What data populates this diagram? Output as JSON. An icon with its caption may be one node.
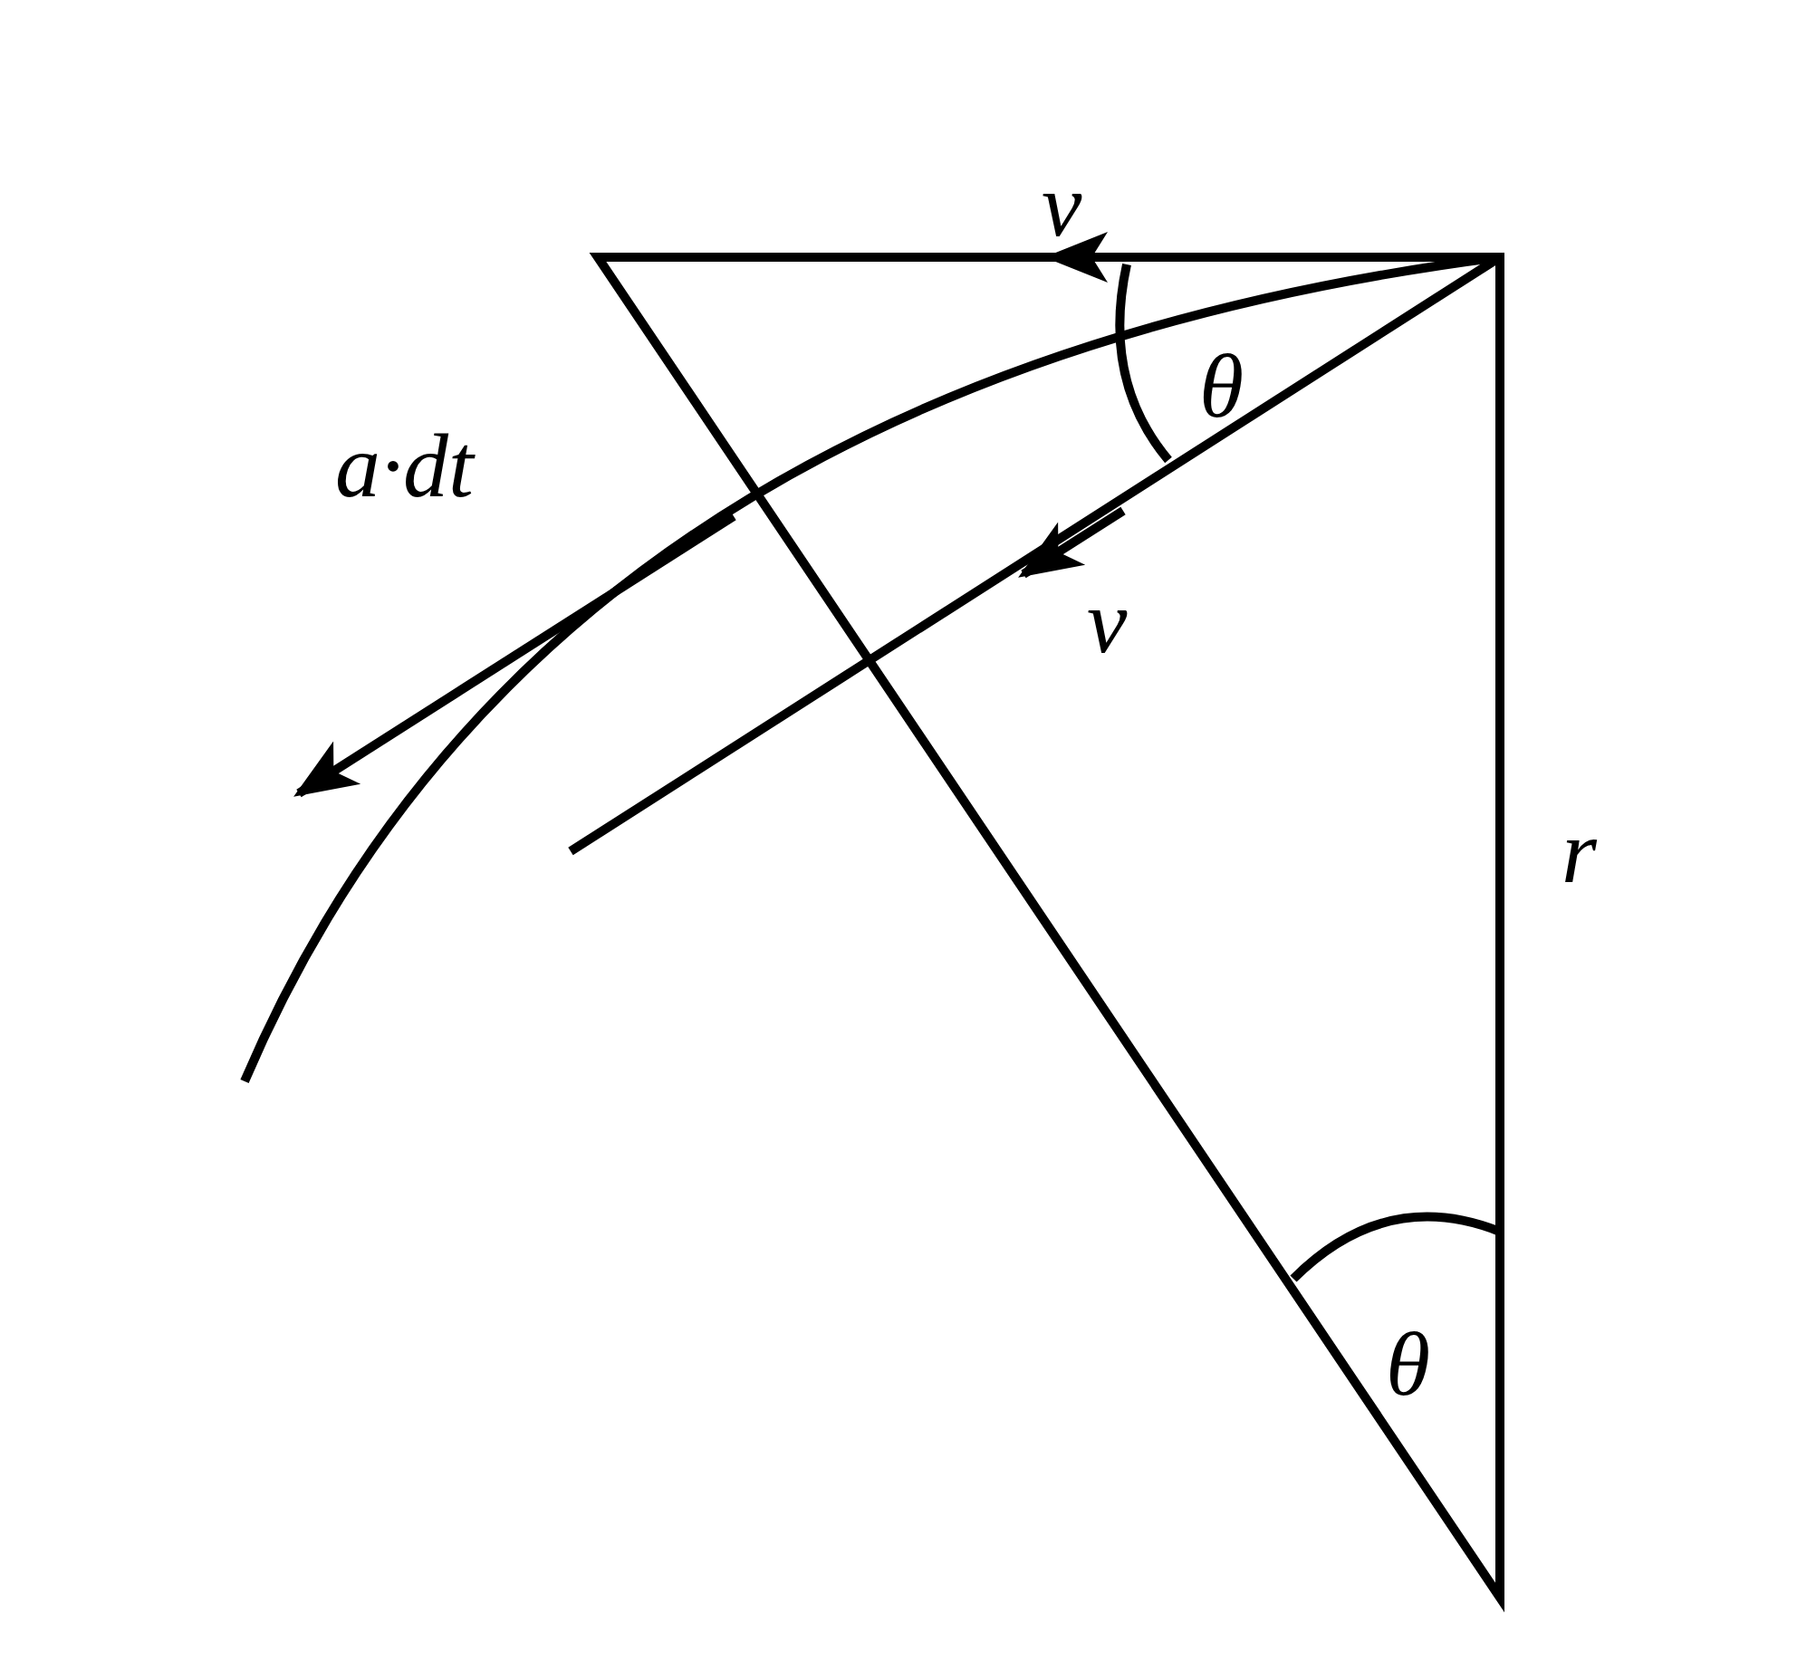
{
  "diagram": {
    "labels": [
      "v",
      "θ",
      "a·dt",
      "v",
      "r",
      "θ"
    ]
  }
}
